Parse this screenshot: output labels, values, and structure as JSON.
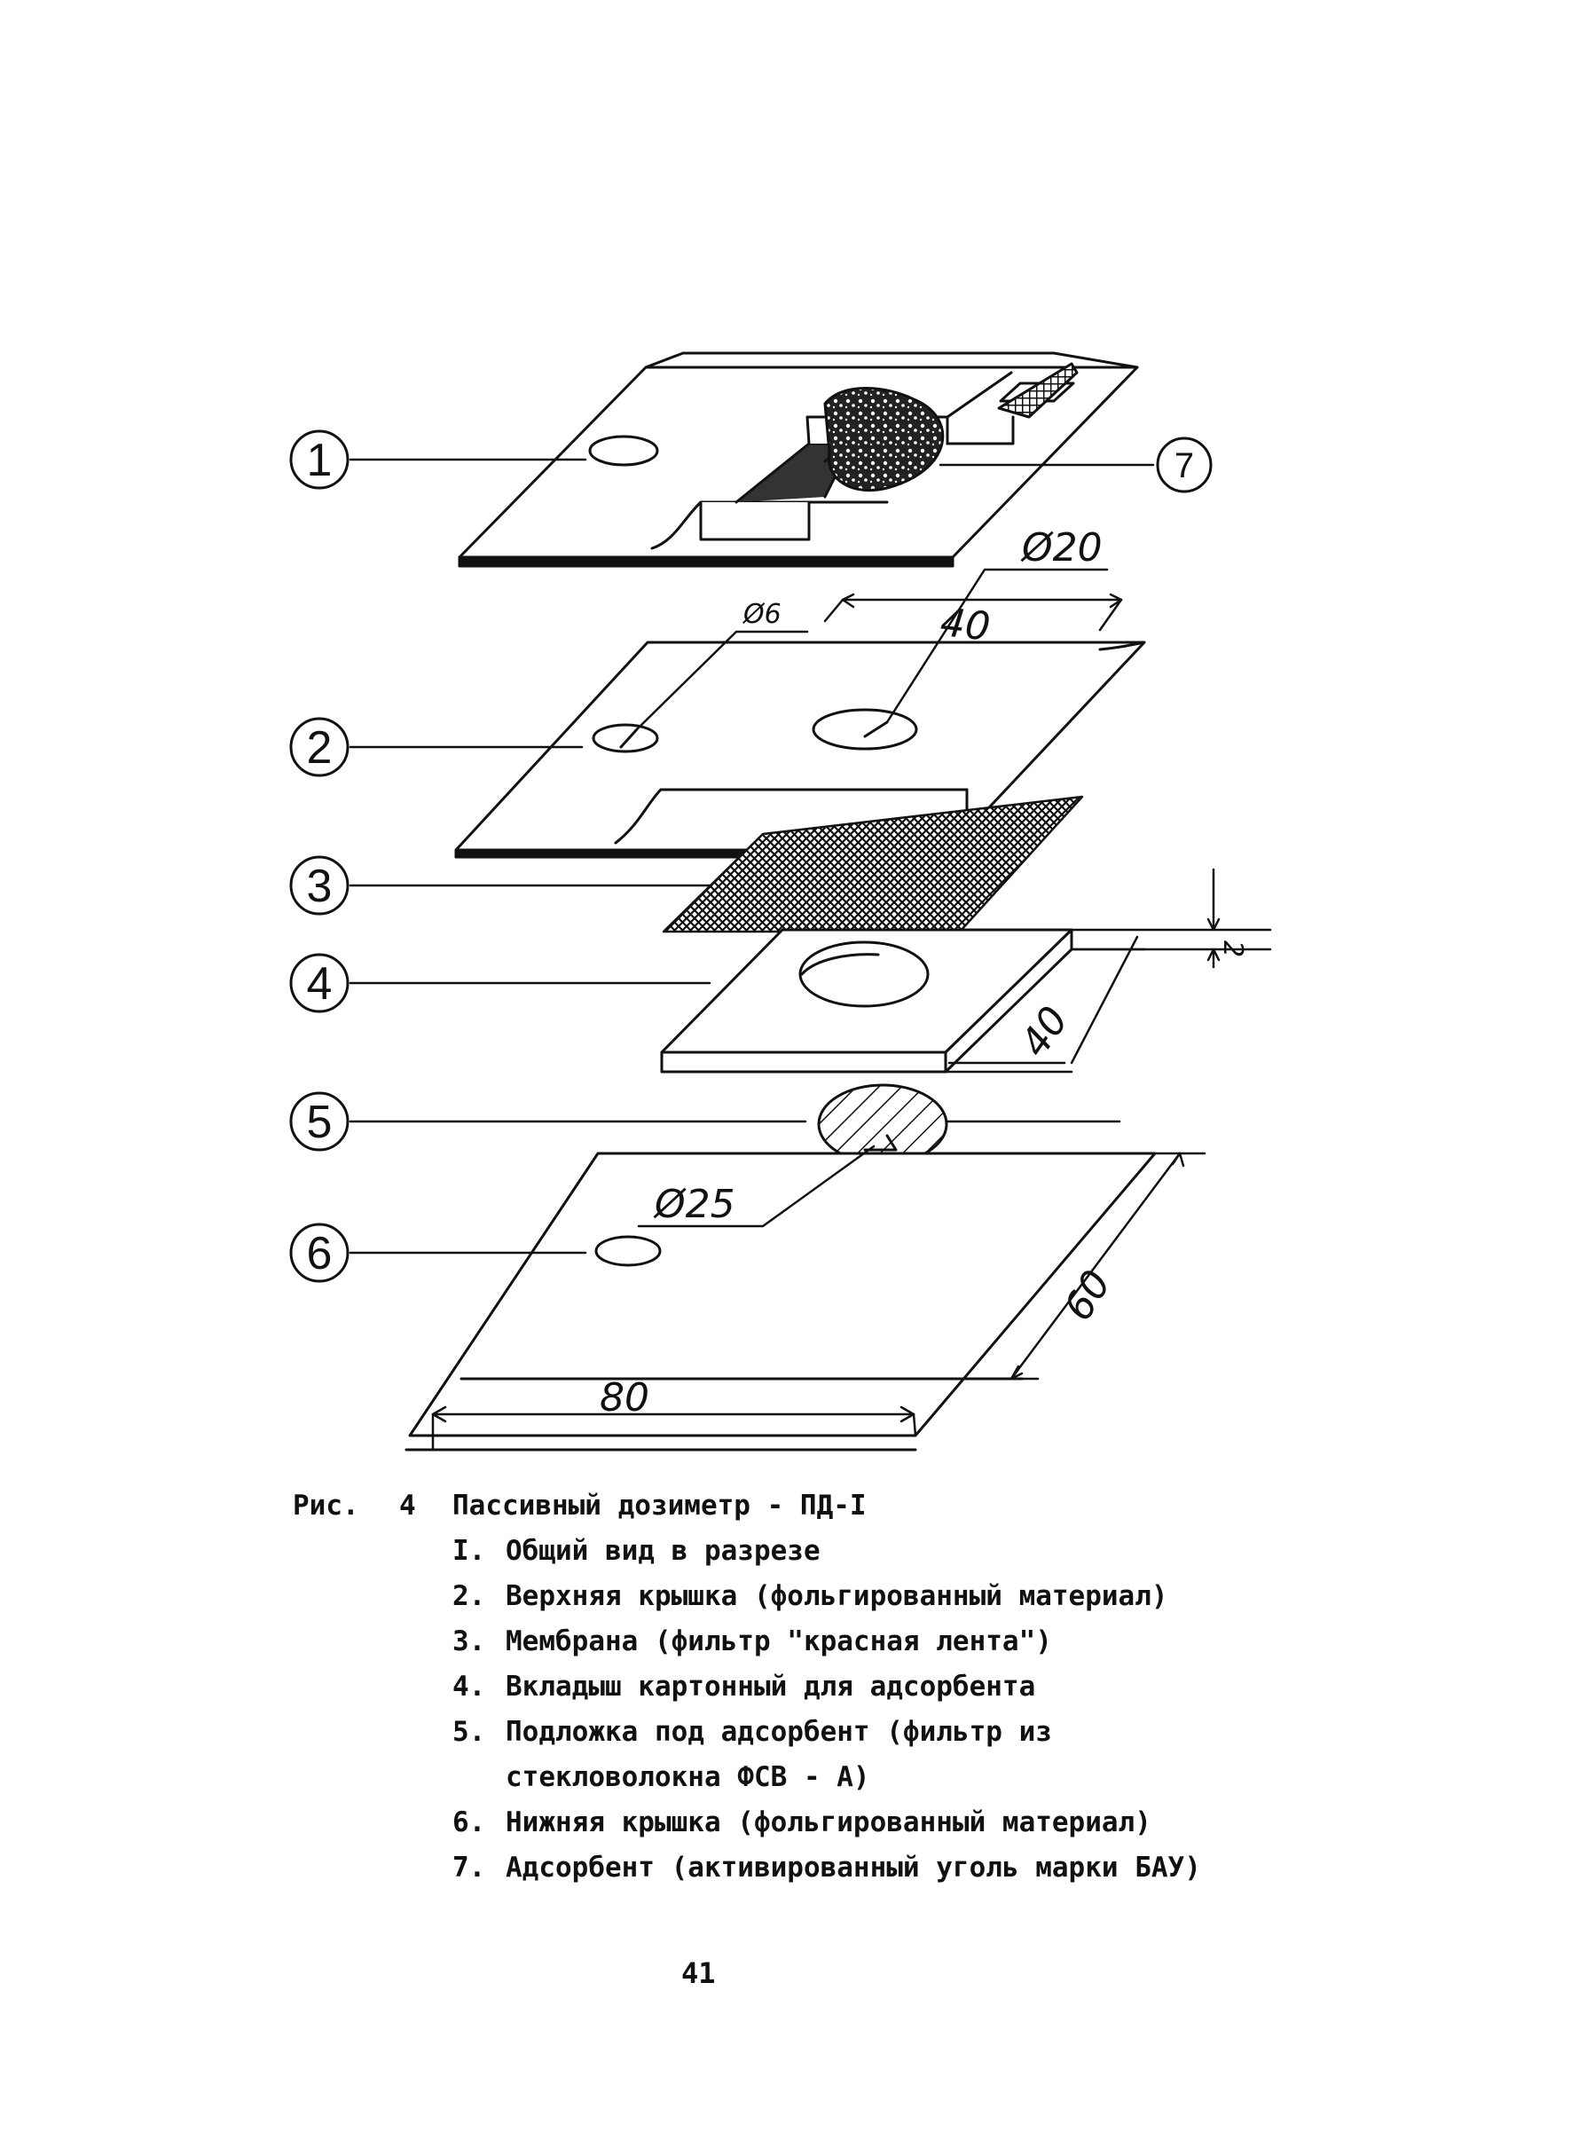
{
  "figure": {
    "callouts": [
      "1",
      "2",
      "3",
      "4",
      "5",
      "6",
      "7"
    ],
    "dimensions": {
      "dia_20": "Ø20",
      "dia_6": "Ø6",
      "width_40_top": "40",
      "thickness_2": "2",
      "width_40_insert": "40",
      "dia_25": "Ø25",
      "depth_60": "60",
      "width_80": "80"
    }
  },
  "caption": {
    "prefix": "Рис.",
    "number": "4",
    "title": "Пассивный дозиметр - ПД-I",
    "items": [
      {
        "num": "I.",
        "text": "Общий вид в разрезе"
      },
      {
        "num": "2.",
        "text": "Верхняя крышка (фольгированный материал)"
      },
      {
        "num": "3.",
        "text": "Мембрана (фильтр \"красная лента\")"
      },
      {
        "num": "4.",
        "text": "Вкладыш картонный для адсорбента"
      },
      {
        "num": "5.",
        "text": "Подложка под адсорбент (фильтр из"
      },
      {
        "num": "",
        "text": "стекловолокна ФСВ - А)"
      },
      {
        "num": "6.",
        "text": "Нижняя крышка (фольгированный материал)"
      },
      {
        "num": "7.",
        "text": "Адсорбент (активированный уголь марки БАУ)"
      }
    ]
  },
  "page_number": "41"
}
